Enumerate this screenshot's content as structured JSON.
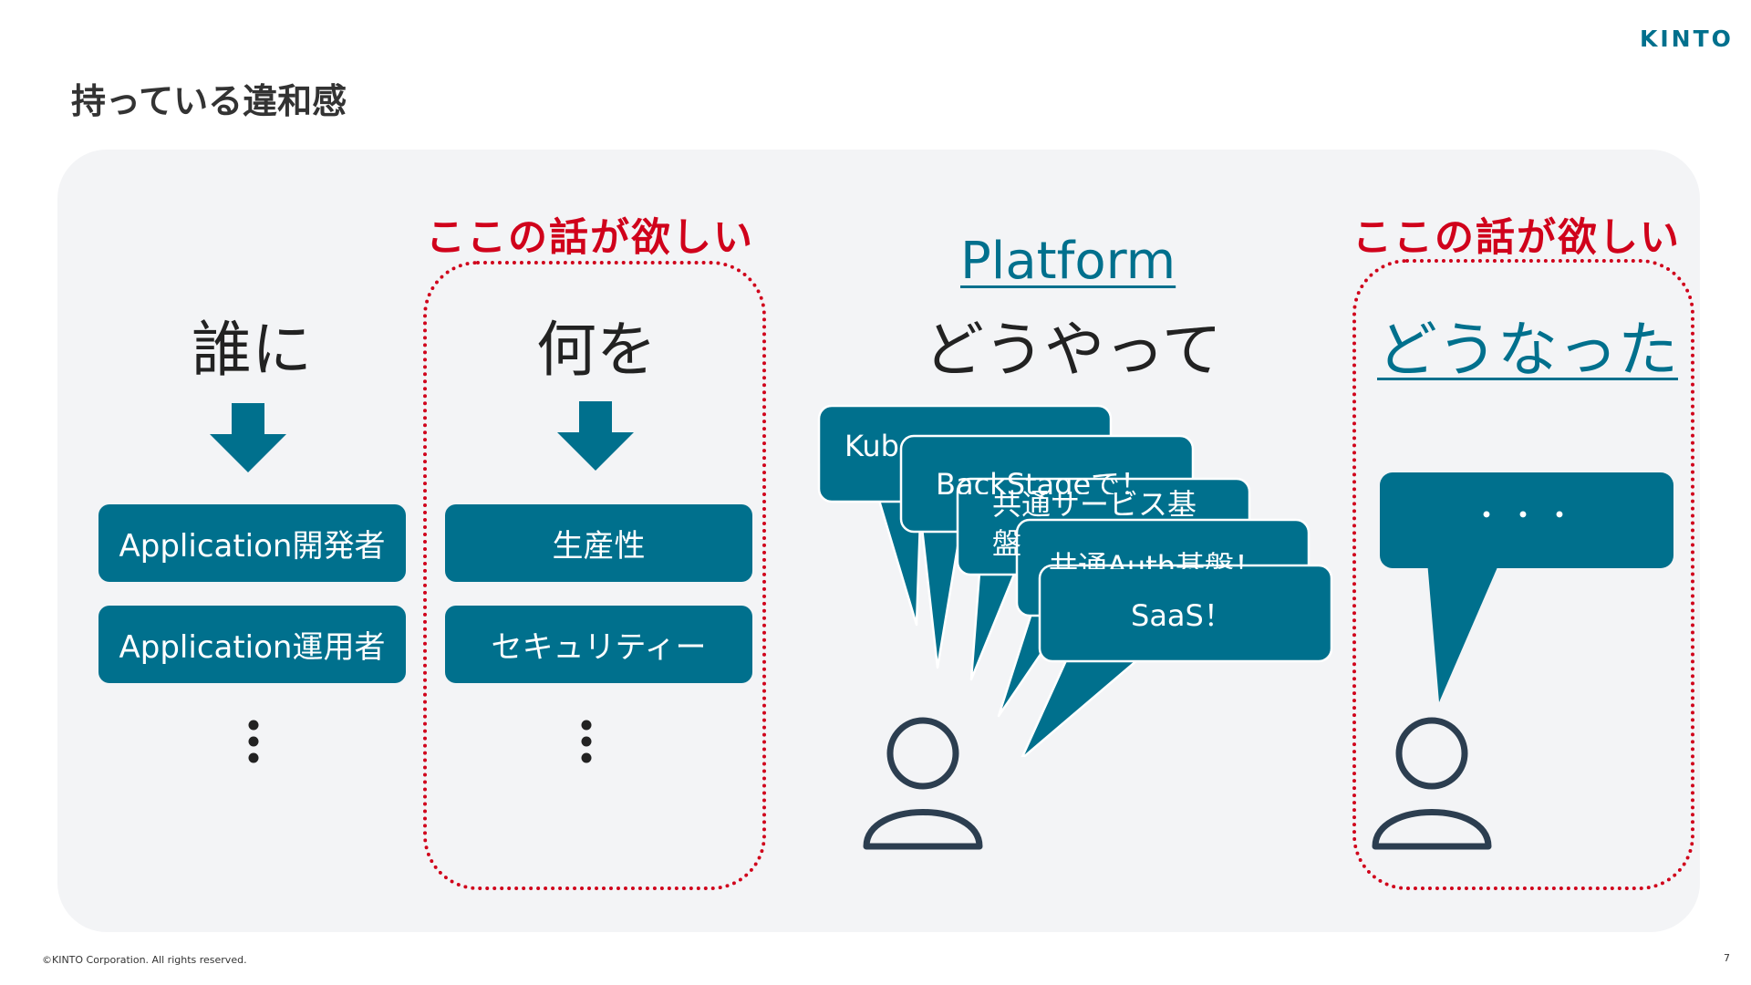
{
  "header": {
    "logo": "KINTO",
    "title": "持っている違和感"
  },
  "columns": {
    "who": {
      "heading": "誰に",
      "items": [
        "Application開発者",
        "Application運用者"
      ]
    },
    "what": {
      "caption": "ここの話が欲しい",
      "heading": "何を",
      "items": [
        "生産性",
        "セキュリティー"
      ]
    },
    "how": {
      "label": "Platform",
      "heading": "どうやって",
      "bubbles": [
        "Kub",
        "BackStageで！",
        "共通サービス基盤",
        "共通Auth基盤！",
        "SaaS！"
      ]
    },
    "result": {
      "caption": "ここの話が欲しい",
      "heading": "どうなった",
      "bubble": "・・・"
    }
  },
  "footer": {
    "copyright": "©KINTO Corporation. All rights reserved.",
    "page_number": "7"
  },
  "colors": {
    "teal": "#00708d",
    "red": "#d0021b",
    "panel": "#f3f4f6",
    "ink": "#222222"
  }
}
